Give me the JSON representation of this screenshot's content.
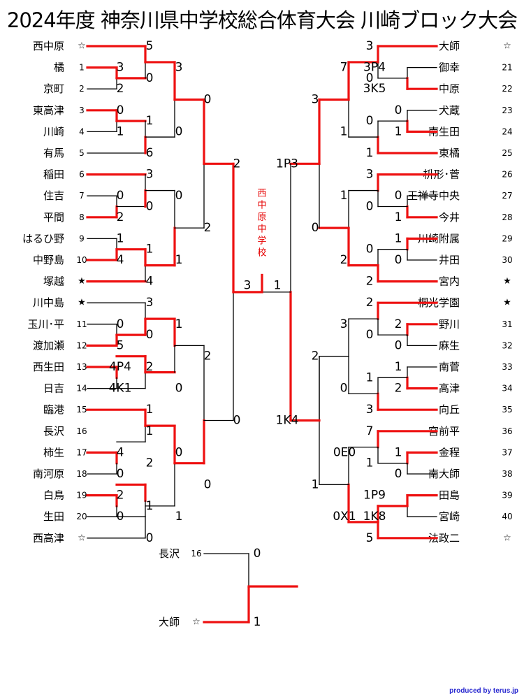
{
  "title": "2024年度 神奈川県中学校総合体育大会 川崎ブロック大会",
  "credit": "produced by terus.jp",
  "colors": {
    "win": "#ee1111",
    "line": "#000000",
    "winner_text": "#e60000"
  },
  "winner_label": "西中原中学校",
  "left_teams": [
    {
      "name": "西中原",
      "seed": "☆"
    },
    {
      "name": "橘",
      "seed": "1"
    },
    {
      "name": "京町",
      "seed": "2"
    },
    {
      "name": "東高津",
      "seed": "3"
    },
    {
      "name": "川崎",
      "seed": "4"
    },
    {
      "name": "有馬",
      "seed": "5"
    },
    {
      "name": "稲田",
      "seed": "6"
    },
    {
      "name": "住吉",
      "seed": "7"
    },
    {
      "name": "平間",
      "seed": "8"
    },
    {
      "name": "はるひ野",
      "seed": "9"
    },
    {
      "name": "中野島",
      "seed": "10"
    },
    {
      "name": "塚越",
      "seed": "★"
    },
    {
      "name": "川中島",
      "seed": "★"
    },
    {
      "name": "玉川･平",
      "seed": "11"
    },
    {
      "name": "渡加瀬",
      "seed": "12"
    },
    {
      "name": "西生田",
      "seed": "13"
    },
    {
      "name": "日吉",
      "seed": "14"
    },
    {
      "name": "臨港",
      "seed": "15"
    },
    {
      "name": "長沢",
      "seed": "16"
    },
    {
      "name": "柿生",
      "seed": "17"
    },
    {
      "name": "南河原",
      "seed": "18"
    },
    {
      "name": "白鳥",
      "seed": "19"
    },
    {
      "name": "生田",
      "seed": "20"
    },
    {
      "name": "西高津",
      "seed": "☆"
    }
  ],
  "right_teams": [
    {
      "name": "大師",
      "seed": "☆"
    },
    {
      "name": "御幸",
      "seed": "21"
    },
    {
      "name": "中原",
      "seed": "22"
    },
    {
      "name": "犬蔵",
      "seed": "23"
    },
    {
      "name": "南生田",
      "seed": "24"
    },
    {
      "name": "東橘",
      "seed": "25"
    },
    {
      "name": "枡形･菅",
      "seed": "26"
    },
    {
      "name": "王禅寺中央",
      "seed": "27"
    },
    {
      "name": "今井",
      "seed": "28"
    },
    {
      "name": "川崎附属",
      "seed": "29"
    },
    {
      "name": "井田",
      "seed": "30"
    },
    {
      "name": "宮内",
      "seed": "★"
    },
    {
      "name": "桐光学園",
      "seed": "★"
    },
    {
      "name": "野川",
      "seed": "31"
    },
    {
      "name": "麻生",
      "seed": "32"
    },
    {
      "name": "南菅",
      "seed": "33"
    },
    {
      "name": "高津",
      "seed": "34"
    },
    {
      "name": "向丘",
      "seed": "35"
    },
    {
      "name": "宮前平",
      "seed": "36"
    },
    {
      "name": "金程",
      "seed": "37"
    },
    {
      "name": "南大師",
      "seed": "38"
    },
    {
      "name": "田島",
      "seed": "39"
    },
    {
      "name": "宮崎",
      "seed": "40"
    },
    {
      "name": "法政二",
      "seed": "☆"
    }
  ],
  "left_scores": [
    {
      "a": "5",
      "b": "0"
    },
    {
      "a": "3",
      "b": "2"
    },
    {
      "a": "1",
      "b": "6"
    },
    {
      "a": "3",
      "b": "0"
    },
    {
      "a": "0",
      "b": "1"
    },
    {
      "a": "0",
      "b": "2"
    },
    {
      "a": "1",
      "b": "4"
    },
    {
      "a": "3",
      "b": "0"
    },
    {
      "a": "0",
      "b": "5"
    },
    {
      "a": "4P4",
      "b": "4K1"
    },
    {
      "a": "2",
      "b": "1"
    },
    {
      "a": "1",
      "b": "2"
    },
    {
      "a": "2",
      "b": "0"
    },
    {
      "a": "4",
      "b": "0"
    },
    {
      "a": "2",
      "b": "0"
    },
    {
      "a": "1",
      "b": "0"
    }
  ],
  "left_upper": [
    {
      "top": "3",
      "bottom": "0"
    },
    {
      "top": "0",
      "bottom": "1"
    },
    {
      "top": "0",
      "bottom": "2"
    },
    {
      "top": "1",
      "bottom": "0"
    },
    {
      "top": "2",
      "bottom": "0"
    },
    {
      "top": "0",
      "bottom": "1"
    }
  ],
  "right_scores": [
    {
      "a": "3P4",
      "b": "3K5"
    },
    {
      "a": "3",
      "b": "0"
    },
    {
      "a": "0",
      "b": "1"
    },
    {
      "a": "0",
      "b": "1"
    },
    {
      "a": "0",
      "b": "1"
    },
    {
      "a": "1",
      "b": "0"
    },
    {
      "a": "0",
      "b": "2"
    },
    {
      "a": "3",
      "b": "1"
    },
    {
      "a": "2",
      "b": "0"
    },
    {
      "a": "2",
      "b": "0"
    },
    {
      "a": "1",
      "b": "2"
    },
    {
      "a": "0",
      "b": "1"
    },
    {
      "a": "1",
      "b": "0"
    },
    {
      "a": "1P9",
      "b": "1K8"
    },
    {
      "a": "0E0",
      "b": "0X1"
    }
  ],
  "right_upper": [
    {
      "top": "7",
      "bottom": "1"
    },
    {
      "top": "3",
      "bottom": "0"
    },
    {
      "top": "1",
      "bottom": "2"
    },
    {
      "top": "3",
      "bottom": "0"
    },
    {
      "top": "7",
      "bottom": "5"
    },
    {
      "top": "2",
      "bottom": "1"
    }
  ],
  "semis": {
    "left_top": "2",
    "left_bottom": "0",
    "right_top": "1P3",
    "right_bottom": "1K4"
  },
  "final": {
    "left": "3",
    "right": "1"
  },
  "third_place": {
    "top": {
      "name": "長沢",
      "seed": "16",
      "score": "0"
    },
    "bottom": {
      "name": "大師",
      "seed": "☆",
      "score": "1"
    }
  }
}
